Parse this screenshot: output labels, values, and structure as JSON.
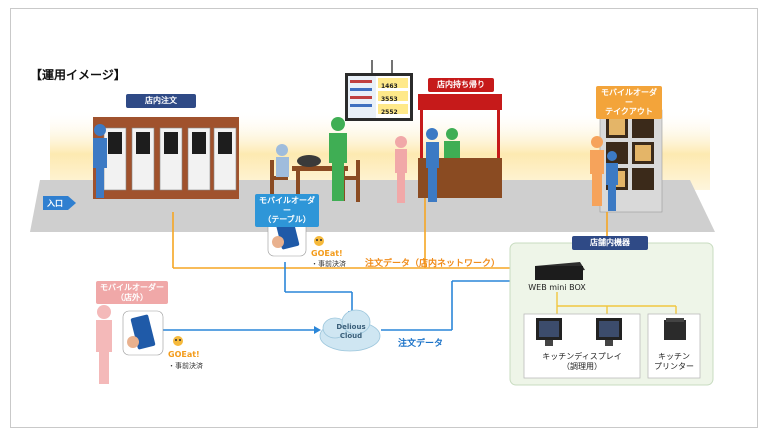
{
  "title": "【運用イメージ】",
  "labels": {
    "in_store_order": "店内注文",
    "takeout_in_store": "店内持ち帰り",
    "mobile_takeout": "モバイルオーダー\nテイクアウト",
    "mobile_table": "モバイルオーダー\n（テーブル）",
    "mobile_outside": "モバイルオーダー\n（店外）",
    "store_equipment": "店舗内機器",
    "entrance": "入口"
  },
  "board_numbers": [
    "1463",
    "3553",
    "2552"
  ],
  "flows": {
    "order_data_network": "注文データ（店内ネットワーク）",
    "order_data": "注文データ"
  },
  "goeat": {
    "brand": "GOEat!",
    "prepay": "・事前決済"
  },
  "cloud": {
    "line1": "Delious",
    "line2": "Cloud"
  },
  "devices": {
    "web_box": "WEB mini BOX",
    "kitchen_display": "キッチンディスプレイ\n（調理用）",
    "kitchen_printer": "キッチン\nプリンター"
  },
  "colors": {
    "orange_flow": "#f5a623",
    "blue_flow": "#2a86d8",
    "floor": "#c9c9c9",
    "glow": "#fde7a8",
    "counter_wood": "#8a4b22",
    "store_panel": "#eef5e8"
  }
}
